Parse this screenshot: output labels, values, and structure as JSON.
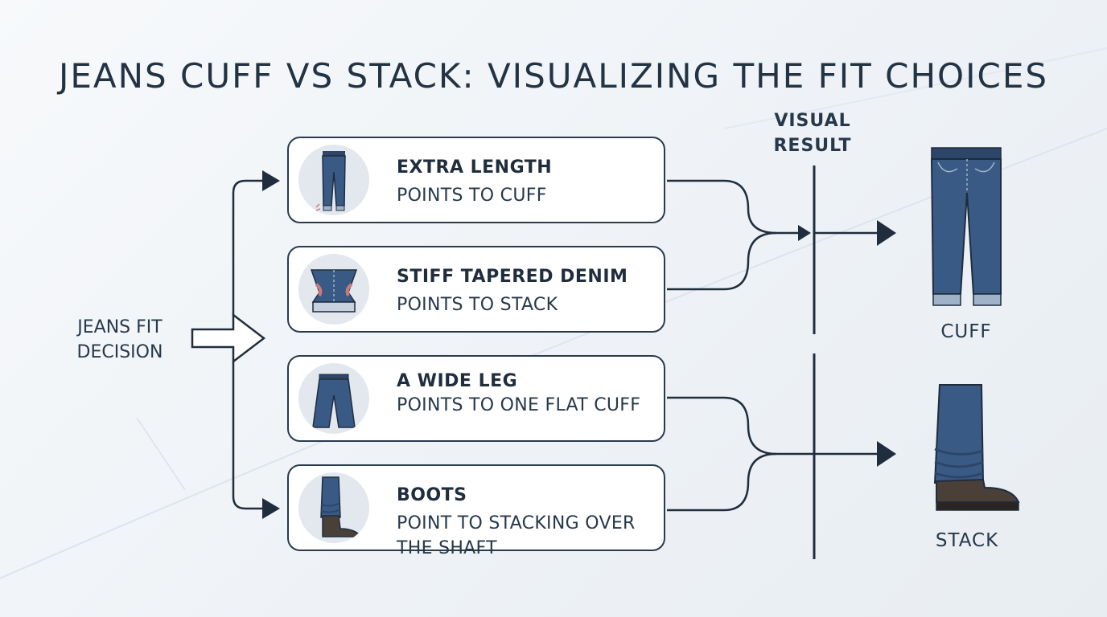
{
  "title": "JEANS CUFF VS STACK: VISUALIZING THE FIT CHOICES",
  "decision": {
    "label": "JEANS FIT DECISION"
  },
  "result_column": {
    "label": "VISUAL RESULT"
  },
  "cards": [
    {
      "title": "EXTRA LENGTH",
      "subtitle": "POINTS TO CUFF",
      "icon": "cuffed-jeans-icon",
      "leads_to": "CUFF"
    },
    {
      "title": "STIFF TAPERED DENIM",
      "subtitle": "POINTS TO STACK",
      "icon": "tapered-denim-icon",
      "leads_to": "CUFF"
    },
    {
      "title": "A WIDE LEG",
      "subtitle": "POINTS TO ONE FLAT CUFF",
      "icon": "wide-leg-jeans-icon",
      "leads_to": "STACK"
    },
    {
      "title": "BOOTS",
      "subtitle": "POINT TO STACKING OVER THE SHAFT",
      "icon": "boot-icon",
      "leads_to": "STACK"
    }
  ],
  "results": [
    {
      "label": "CUFF",
      "icon": "cuffed-jeans-result-icon"
    },
    {
      "label": "STACK",
      "icon": "stacked-jeans-boot-icon"
    }
  ],
  "colors": {
    "line": "#1f2d3d",
    "denim": "#3a5a86",
    "denim_dark": "#2c4569",
    "cuff_light": "#9fb3c8",
    "boot": "#4a4038",
    "accent": "#c97b7b"
  }
}
